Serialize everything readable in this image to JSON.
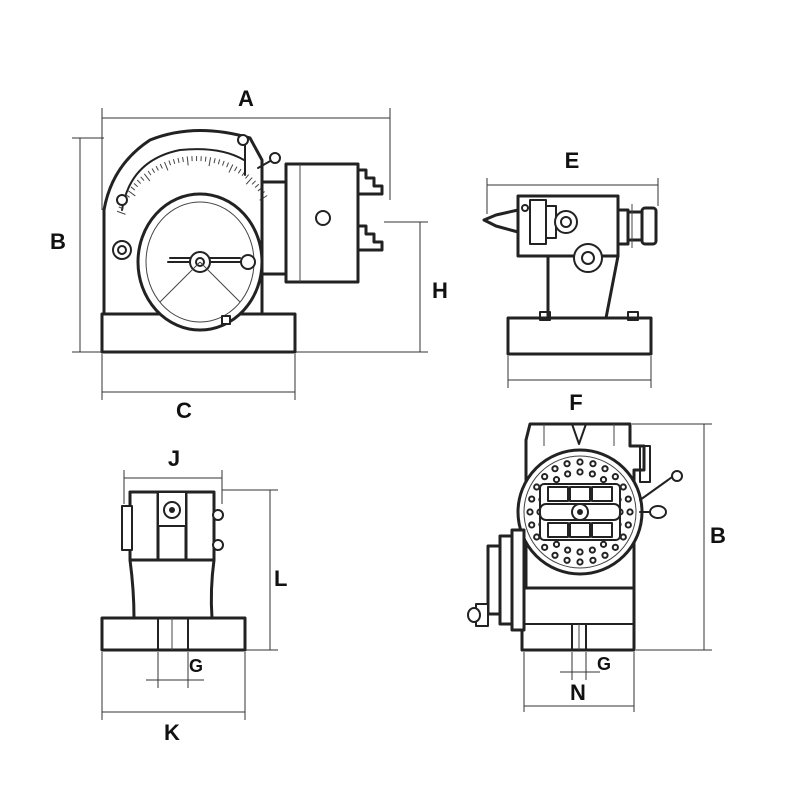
{
  "dimensions": {
    "A": "A",
    "B": "B",
    "C": "C",
    "E": "E",
    "H": "H",
    "F": "F",
    "B2": "B",
    "J": "J",
    "L": "L",
    "G": "G",
    "K": "K",
    "G2": "G",
    "N": "N"
  },
  "colors": {
    "line": "#222222",
    "background": "#ffffff"
  }
}
